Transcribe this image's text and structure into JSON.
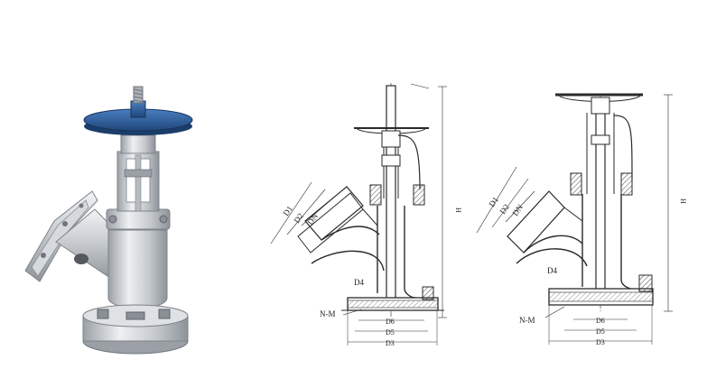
{
  "photo": {
    "name": "valve-photo"
  },
  "drawing_left": {
    "labels": {
      "d1": "D1",
      "d2": "D2",
      "dn": "DN",
      "d4": "D4",
      "nm": "N-M",
      "d6": "D6",
      "d5": "D5",
      "d3": "D3",
      "h": "H"
    }
  },
  "drawing_right": {
    "labels": {
      "d1": "D1",
      "d2": "D2",
      "dn": "DN",
      "d4": "D4",
      "nm": "N-M",
      "d6": "D6",
      "d5": "D5",
      "d3": "D3",
      "h": "H"
    }
  },
  "colors": {
    "ink": "#2a2a2a",
    "steel": "#c9cdd2",
    "handwheel": "#2f5f9e",
    "hatch": "#555555"
  }
}
